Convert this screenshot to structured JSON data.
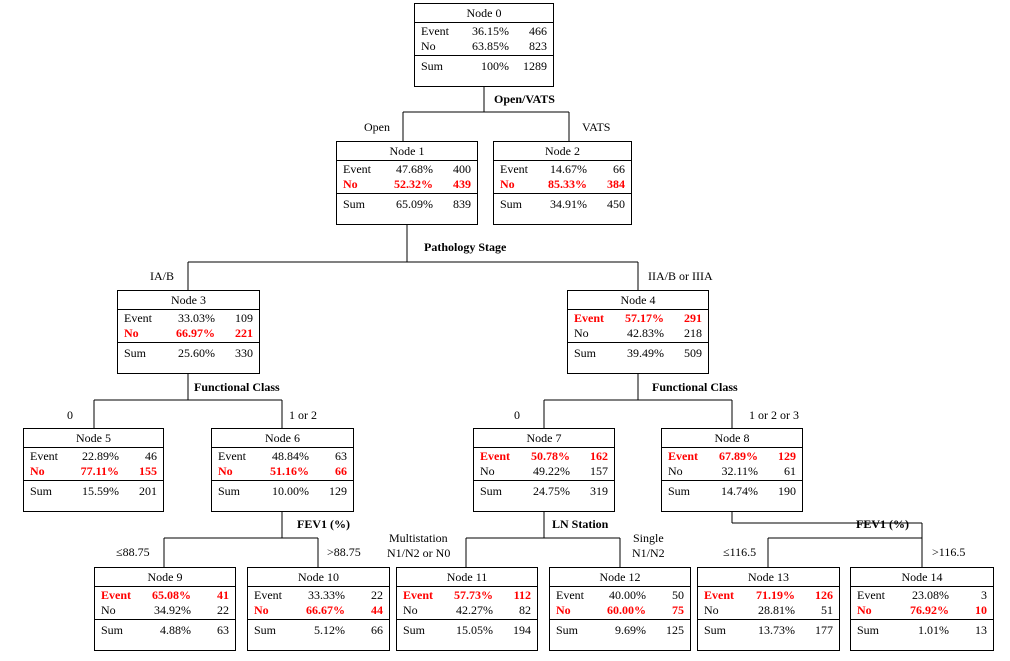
{
  "nodes": [
    {
      "id": "n0",
      "title": "Node 0",
      "rows": [
        {
          "label": "Event",
          "pct": "36.15%",
          "n": "466",
          "hl": false
        },
        {
          "label": "No",
          "pct": "63.85%",
          "n": "823",
          "hl": false
        }
      ],
      "sum": {
        "label": "Sum",
        "pct": "100%",
        "n": "1289"
      }
    },
    {
      "id": "n1",
      "title": "Node 1",
      "rows": [
        {
          "label": "Event",
          "pct": "47.68%",
          "n": "400",
          "hl": false
        },
        {
          "label": "No",
          "pct": "52.32%",
          "n": "439",
          "hl": true
        }
      ],
      "sum": {
        "label": "Sum",
        "pct": "65.09%",
        "n": "839"
      }
    },
    {
      "id": "n2",
      "title": "Node 2",
      "rows": [
        {
          "label": "Event",
          "pct": "14.67%",
          "n": "66",
          "hl": false
        },
        {
          "label": "No",
          "pct": "85.33%",
          "n": "384",
          "hl": true
        }
      ],
      "sum": {
        "label": "Sum",
        "pct": "34.91%",
        "n": "450"
      }
    },
    {
      "id": "n3",
      "title": "Node 3",
      "rows": [
        {
          "label": "Event",
          "pct": "33.03%",
          "n": "109",
          "hl": false
        },
        {
          "label": "No",
          "pct": "66.97%",
          "n": "221",
          "hl": true
        }
      ],
      "sum": {
        "label": "Sum",
        "pct": "25.60%",
        "n": "330"
      }
    },
    {
      "id": "n4",
      "title": "Node 4",
      "rows": [
        {
          "label": "Event",
          "pct": "57.17%",
          "n": "291",
          "hl": true
        },
        {
          "label": "No",
          "pct": "42.83%",
          "n": "218",
          "hl": false
        }
      ],
      "sum": {
        "label": "Sum",
        "pct": "39.49%",
        "n": "509"
      }
    },
    {
      "id": "n5",
      "title": "Node 5",
      "rows": [
        {
          "label": "Event",
          "pct": "22.89%",
          "n": "46",
          "hl": false
        },
        {
          "label": "No",
          "pct": "77.11%",
          "n": "155",
          "hl": true
        }
      ],
      "sum": {
        "label": "Sum",
        "pct": "15.59%",
        "n": "201"
      }
    },
    {
      "id": "n6",
      "title": "Node 6",
      "rows": [
        {
          "label": "Event",
          "pct": "48.84%",
          "n": "63",
          "hl": false
        },
        {
          "label": "No",
          "pct": "51.16%",
          "n": "66",
          "hl": true
        }
      ],
      "sum": {
        "label": "Sum",
        "pct": "10.00%",
        "n": "129"
      }
    },
    {
      "id": "n7",
      "title": "Node 7",
      "rows": [
        {
          "label": "Event",
          "pct": "50.78%",
          "n": "162",
          "hl": true
        },
        {
          "label": "No",
          "pct": "49.22%",
          "n": "157",
          "hl": false
        }
      ],
      "sum": {
        "label": "Sum",
        "pct": "24.75%",
        "n": "319"
      }
    },
    {
      "id": "n8",
      "title": "Node 8",
      "rows": [
        {
          "label": "Event",
          "pct": "67.89%",
          "n": "129",
          "hl": true
        },
        {
          "label": "No",
          "pct": "32.11%",
          "n": "61",
          "hl": false
        }
      ],
      "sum": {
        "label": "Sum",
        "pct": "14.74%",
        "n": "190"
      }
    },
    {
      "id": "n9",
      "title": "Node 9",
      "rows": [
        {
          "label": "Event",
          "pct": "65.08%",
          "n": "41",
          "hl": true
        },
        {
          "label": "No",
          "pct": "34.92%",
          "n": "22",
          "hl": false
        }
      ],
      "sum": {
        "label": "Sum",
        "pct": "4.88%",
        "n": "63"
      }
    },
    {
      "id": "n10",
      "title": "Node 10",
      "rows": [
        {
          "label": "Event",
          "pct": "33.33%",
          "n": "22",
          "hl": false
        },
        {
          "label": "No",
          "pct": "66.67%",
          "n": "44",
          "hl": true
        }
      ],
      "sum": {
        "label": "Sum",
        "pct": "5.12%",
        "n": "66"
      }
    },
    {
      "id": "n11",
      "title": "Node 11",
      "rows": [
        {
          "label": "Event",
          "pct": "57.73%",
          "n": "112",
          "hl": true
        },
        {
          "label": "No",
          "pct": "42.27%",
          "n": "82",
          "hl": false
        }
      ],
      "sum": {
        "label": "Sum",
        "pct": "15.05%",
        "n": "194"
      }
    },
    {
      "id": "n12",
      "title": "Node 12",
      "rows": [
        {
          "label": "Event",
          "pct": "40.00%",
          "n": "50",
          "hl": false
        },
        {
          "label": "No",
          "pct": "60.00%",
          "n": "75",
          "hl": true
        }
      ],
      "sum": {
        "label": "Sum",
        "pct": "9.69%",
        "n": "125"
      }
    },
    {
      "id": "n13",
      "title": "Node 13",
      "rows": [
        {
          "label": "Event",
          "pct": "71.19%",
          "n": "126",
          "hl": true
        },
        {
          "label": "No",
          "pct": "28.81%",
          "n": "51",
          "hl": false
        }
      ],
      "sum": {
        "label": "Sum",
        "pct": "13.73%",
        "n": "177"
      }
    },
    {
      "id": "n14",
      "title": "Node 14",
      "rows": [
        {
          "label": "Event",
          "pct": "23.08%",
          "n": "3",
          "hl": false
        },
        {
          "label": "No",
          "pct": "76.92%",
          "n": "10",
          "hl": true
        }
      ],
      "sum": {
        "label": "Sum",
        "pct": "1.01%",
        "n": "13"
      }
    }
  ],
  "splits": [
    {
      "id": "s0",
      "label": "Open/VATS"
    },
    {
      "id": "s1",
      "label": "Pathology Stage"
    },
    {
      "id": "s3",
      "label": "Functional Class"
    },
    {
      "id": "s4",
      "label": "Functional Class"
    },
    {
      "id": "s6",
      "label": "FEV1 (%)"
    },
    {
      "id": "s7",
      "label": "LN Station"
    },
    {
      "id": "s8",
      "label": "FEV1 (%)"
    }
  ],
  "edges": [
    {
      "id": "e1",
      "label": "Open"
    },
    {
      "id": "e2",
      "label": "VATS"
    },
    {
      "id": "e3",
      "label": "IA/B"
    },
    {
      "id": "e4",
      "label": "IIA/B or IIIA"
    },
    {
      "id": "e5",
      "label": "0"
    },
    {
      "id": "e6",
      "label": "1 or 2"
    },
    {
      "id": "e7",
      "label": "0"
    },
    {
      "id": "e8",
      "label": "1 or 2 or 3"
    },
    {
      "id": "e9",
      "label": "≤88.75"
    },
    {
      "id": "e10",
      "label": ">88.75"
    },
    {
      "id": "e11a",
      "label": "Multistation"
    },
    {
      "id": "e11b",
      "label": "N1/N2 or N0"
    },
    {
      "id": "e12a",
      "label": "Single"
    },
    {
      "id": "e12b",
      "label": "N1/N2"
    },
    {
      "id": "e13",
      "label": "≤116.5"
    },
    {
      "id": "e14",
      "label": ">116.5"
    }
  ],
  "colors": {
    "highlight": "#ff0000",
    "line": "#000000"
  }
}
